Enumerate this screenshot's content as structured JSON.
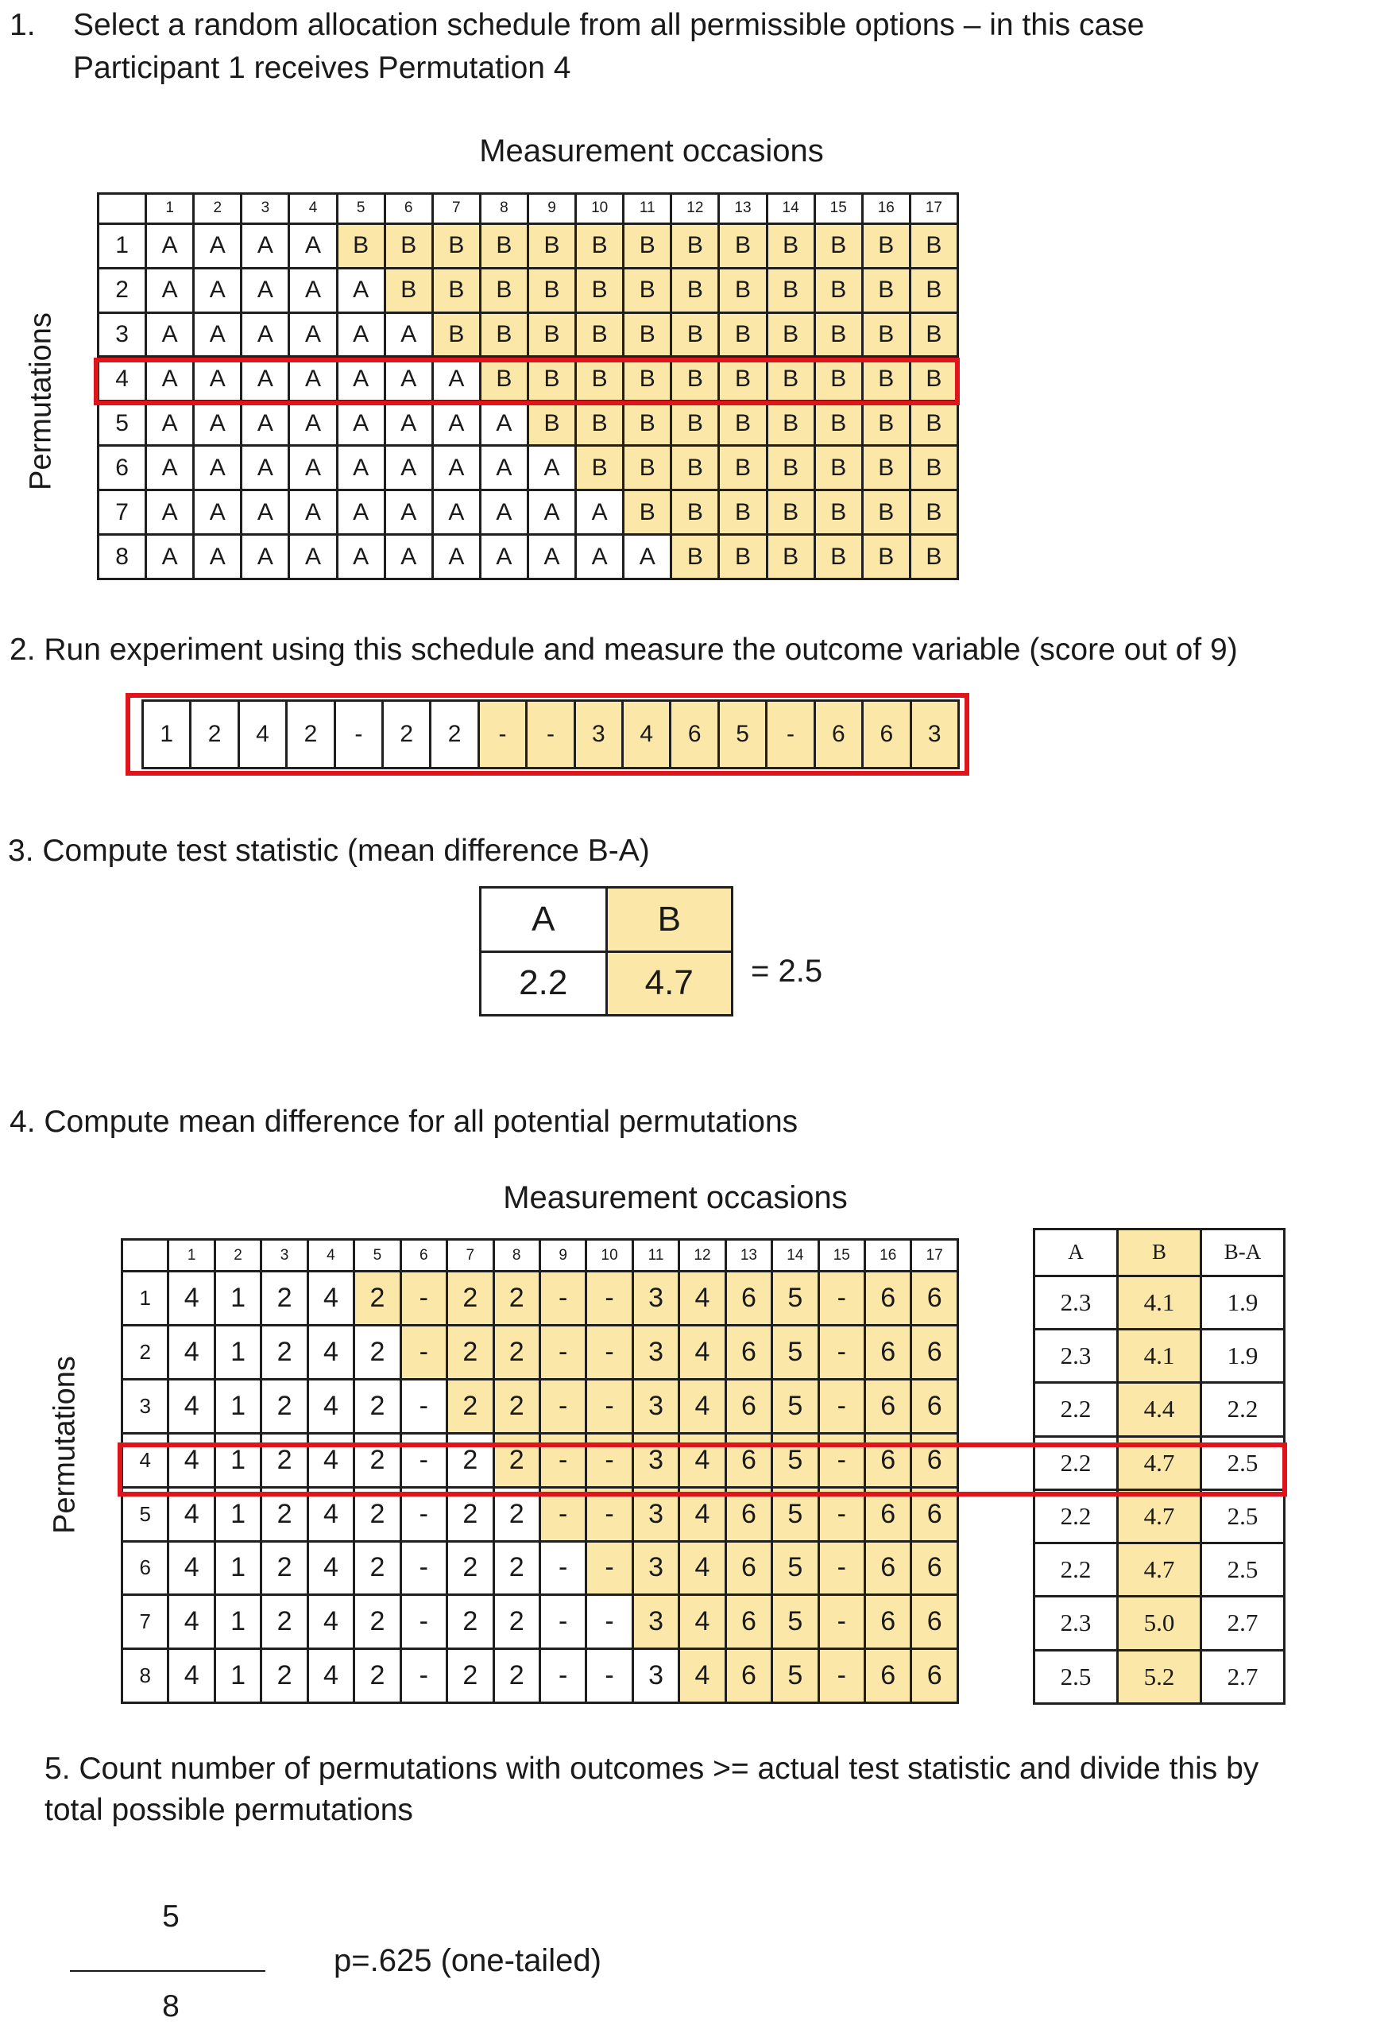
{
  "steps": {
    "s1_num": "1.",
    "s1_line1": "Select a random allocation schedule from all permissible options – in this case",
    "s1_line2": "Participant 1 receives Permutation 4",
    "s2": "2. Run experiment using this schedule and measure the outcome variable (score out of 9)",
    "s3": "3. Compute test statistic (mean difference B-A)",
    "s4": "4. Compute mean difference for all potential permutations",
    "s5_line1": "5. Count number of permutations with outcomes >= actual test statistic and divide this by",
    "s5_line2": "total possible permutations"
  },
  "labels": {
    "measurement_occasions": "Measurement occasions",
    "permutations": "Permutations"
  },
  "colors": {
    "highlight": "#e0141b",
    "condition_b_fill": "#fbe7a8"
  },
  "occasions": [
    "1",
    "2",
    "3",
    "4",
    "5",
    "6",
    "7",
    "8",
    "9",
    "10",
    "11",
    "12",
    "13",
    "14",
    "15",
    "16",
    "17"
  ],
  "permutations": [
    "1",
    "2",
    "3",
    "4",
    "5",
    "6",
    "7",
    "8"
  ],
  "first_b_occasion": [
    5,
    6,
    7,
    8,
    9,
    10,
    11,
    12
  ],
  "selected_permutation": 4,
  "conditions": {
    "a": "A",
    "b": "B"
  },
  "scores": [
    "1",
    "2",
    "4",
    "2",
    "-",
    "2",
    "2",
    "-",
    "-",
    "3",
    "4",
    "6",
    "5",
    "-",
    "6",
    "6",
    "3"
  ],
  "scores_grid": [
    "4",
    "1",
    "2",
    "4",
    "2",
    "-",
    "2",
    "2",
    "-",
    "-",
    "3",
    "4",
    "6",
    "5",
    "-",
    "6",
    "6"
  ],
  "test_statistic": {
    "header_a": "A",
    "header_b": "B",
    "mean_a": "2.2",
    "mean_b": "4.7",
    "result": "= 2.5"
  },
  "results_table": {
    "headers": [
      "A",
      "B",
      "B-A"
    ],
    "rows": [
      [
        "2.3",
        "4.1",
        "1.9"
      ],
      [
        "2.3",
        "4.1",
        "1.9"
      ],
      [
        "2.2",
        "4.4",
        "2.2"
      ],
      [
        "2.2",
        "4.7",
        "2.5"
      ],
      [
        "2.2",
        "4.7",
        "2.5"
      ],
      [
        "2.2",
        "4.7",
        "2.5"
      ],
      [
        "2.3",
        "5.0",
        "2.7"
      ],
      [
        "2.5",
        "5.2",
        "2.7"
      ]
    ]
  },
  "p_value": {
    "numerator": "5",
    "denominator": "8",
    "text": "p=.625 (one-tailed)"
  }
}
